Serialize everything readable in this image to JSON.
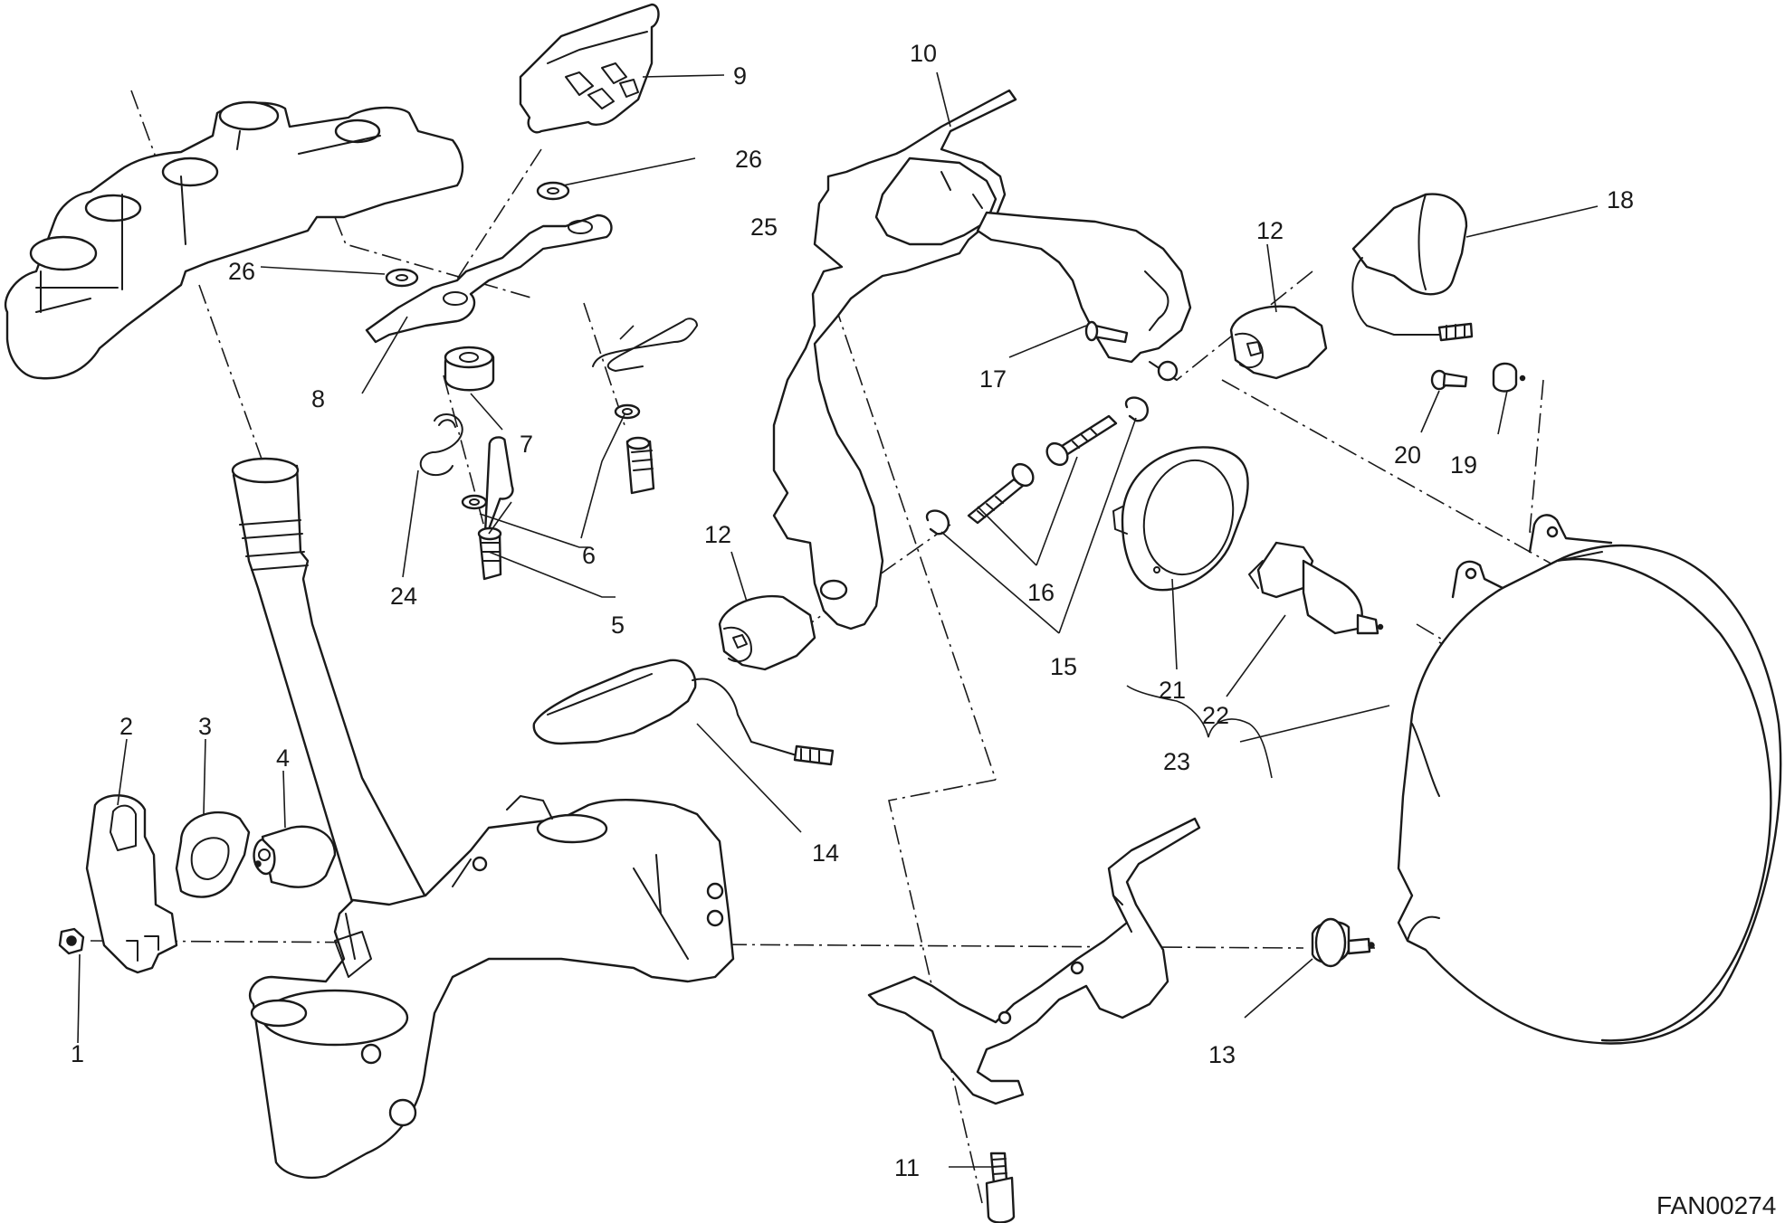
{
  "drawing_code": "FAN00274",
  "callouts": {
    "c1": "1",
    "c2": "2",
    "c3": "3",
    "c4": "4",
    "c5": "5",
    "c6": "6",
    "c7": "7",
    "c8": "8",
    "c9": "9",
    "c10": "10",
    "c11": "11",
    "c12a": "12",
    "c12b": "12",
    "c13": "13",
    "c14": "14",
    "c15": "15",
    "c16": "16",
    "c17": "17",
    "c18": "18",
    "c19": "19",
    "c20": "20",
    "c21": "21",
    "c22": "22",
    "c23": "23",
    "c24": "24",
    "c25": "25",
    "c26a": "26",
    "c26b": "26"
  }
}
